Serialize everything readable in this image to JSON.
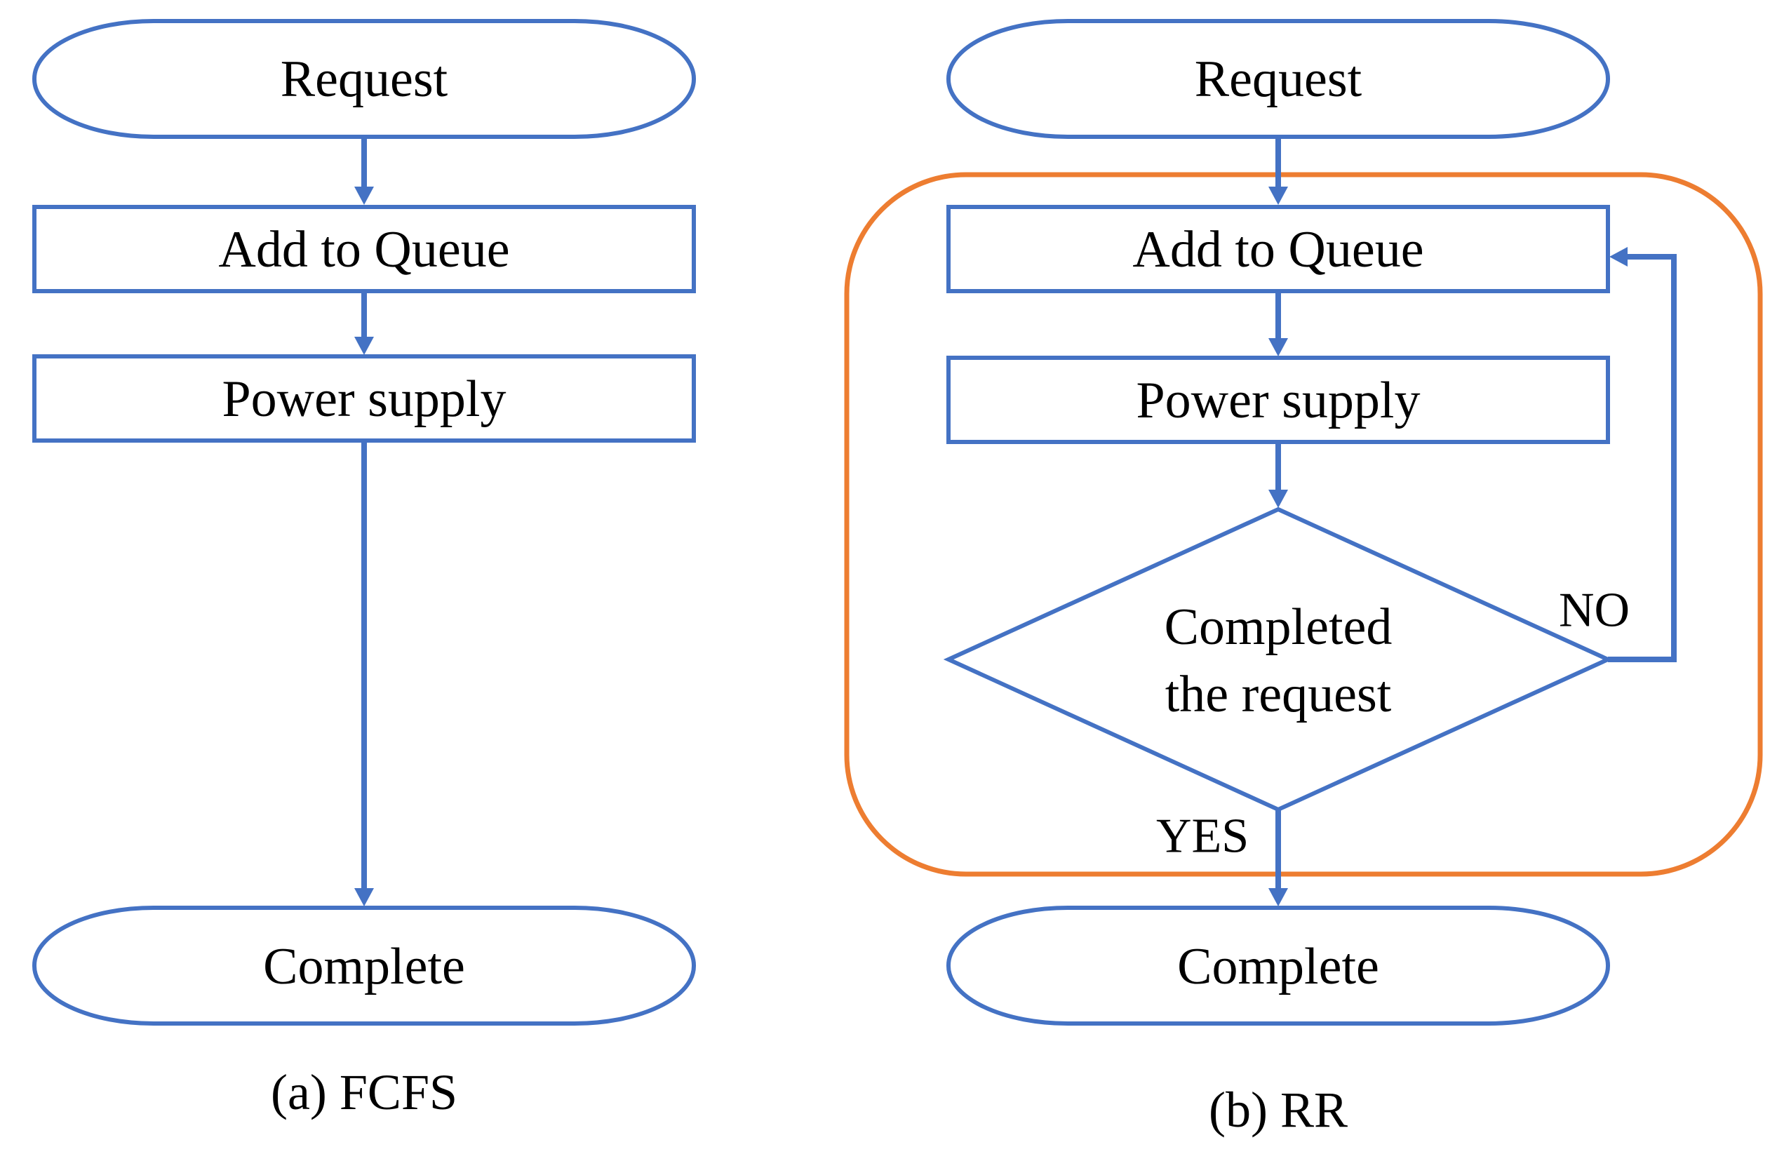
{
  "colors": {
    "flow": "#4472C4",
    "loop_frame": "#ED7D31",
    "text": "#000000",
    "background": "#FFFFFF"
  },
  "fcfs": {
    "start": "Request",
    "queue": "Add to Queue",
    "supply": "Power supply",
    "end": "Complete",
    "caption": "(a) FCFS"
  },
  "rr": {
    "start": "Request",
    "queue": "Add to Queue",
    "supply": "Power supply",
    "decision_line1": "Completed",
    "decision_line2": "the request",
    "no_label": "NO",
    "yes_label": "YES",
    "end": "Complete",
    "caption": "(b) RR"
  }
}
